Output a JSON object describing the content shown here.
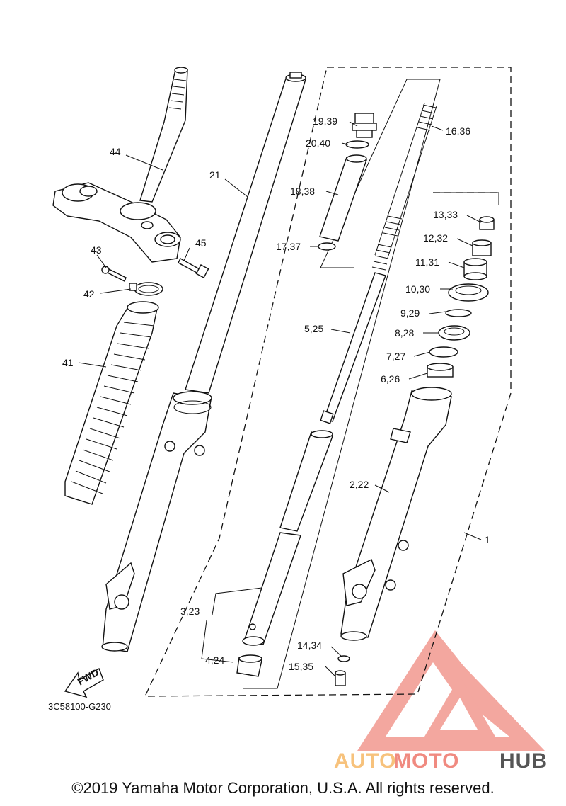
{
  "diagram_code": "3C58100-G230",
  "fwd_label": "FWD",
  "copyright": "©2019 Yamaha Motor Corporation, U.S.A. All rights reserved.",
  "watermark": {
    "part1": "AUTO",
    "part2": "MOTO",
    "part3": "HUB",
    "colors": {
      "auto": "#f7c27c",
      "moto": "#f08a80",
      "hub": "#555555",
      "logo": "#f08a80"
    }
  },
  "callouts": {
    "c44": "44",
    "c21": "21",
    "c45": "45",
    "c43": "43",
    "c42": "42",
    "c41": "41",
    "c19_39": "19,39",
    "c20_40": "20,40",
    "c18_38": "18,38",
    "c17_37": "17,37",
    "c16_36": "16,36",
    "c13_33": "13,33",
    "c12_32": "12,32",
    "c11_31": "11,31",
    "c10_30": "10,30",
    "c9_29": "9,29",
    "c8_28": "8,28",
    "c7_27": "7,27",
    "c6_26": "6,26",
    "c5_25": "5,25",
    "c2_22": "2,22",
    "c1": "1",
    "c3_23": "3,23",
    "c4_24": "4,24",
    "c14_34": "14,34",
    "c15_35": "15,35"
  }
}
